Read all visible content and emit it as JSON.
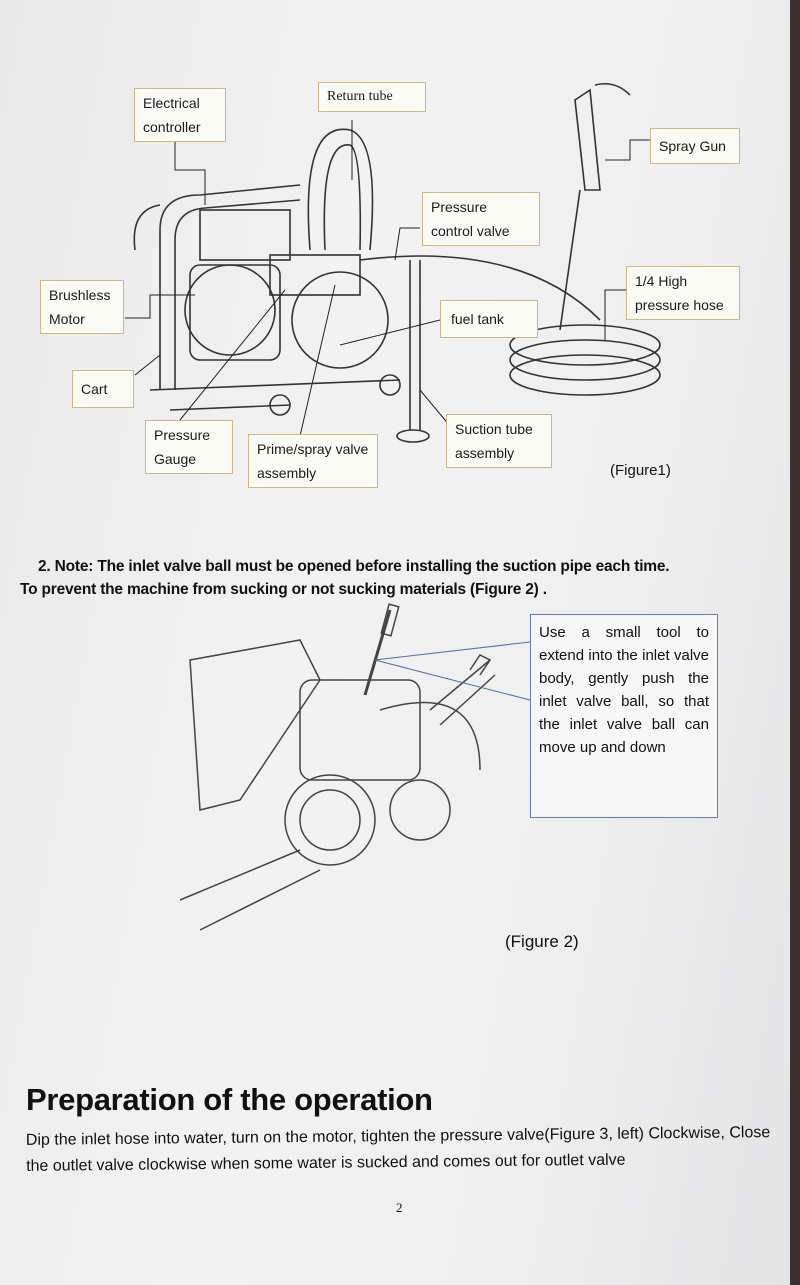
{
  "figure1": {
    "labels": {
      "electrical_controller": "Electrical controller",
      "return_tube": "Return tube",
      "spray_gun": "Spray Gun",
      "pressure_control_valve": "Pressure control valve",
      "brushless_motor": "Brushless Motor",
      "high_pressure_hose": "1/4 High pressure hose",
      "fuel_tank": "fuel tank",
      "cart": "Cart",
      "pressure_gauge": "Pressure Gauge",
      "prime_spray_valve": "Prime/spray valve assembly",
      "suction_tube": "Suction tube assembly"
    },
    "caption": "(Figure1)"
  },
  "note": {
    "line1": "2. Note: The inlet valve ball must be opened before installing the suction pipe each time.",
    "line2": "To prevent the machine from sucking or not sucking materials (Figure 2) ."
  },
  "figure2": {
    "callout": "Use a small tool to extend into the inlet valve body, gently push the inlet valve ball, so that the inlet valve ball can move up and down",
    "caption": "(Figure 2)"
  },
  "section": {
    "title": "Preparation of the operation",
    "body": "Dip the inlet hose into water, turn on the motor, tighten the pressure valve(Figure 3, left) Clockwise, Close the outlet valve clockwise when some water is sucked and comes out for outlet valve"
  },
  "page_number": "2"
}
